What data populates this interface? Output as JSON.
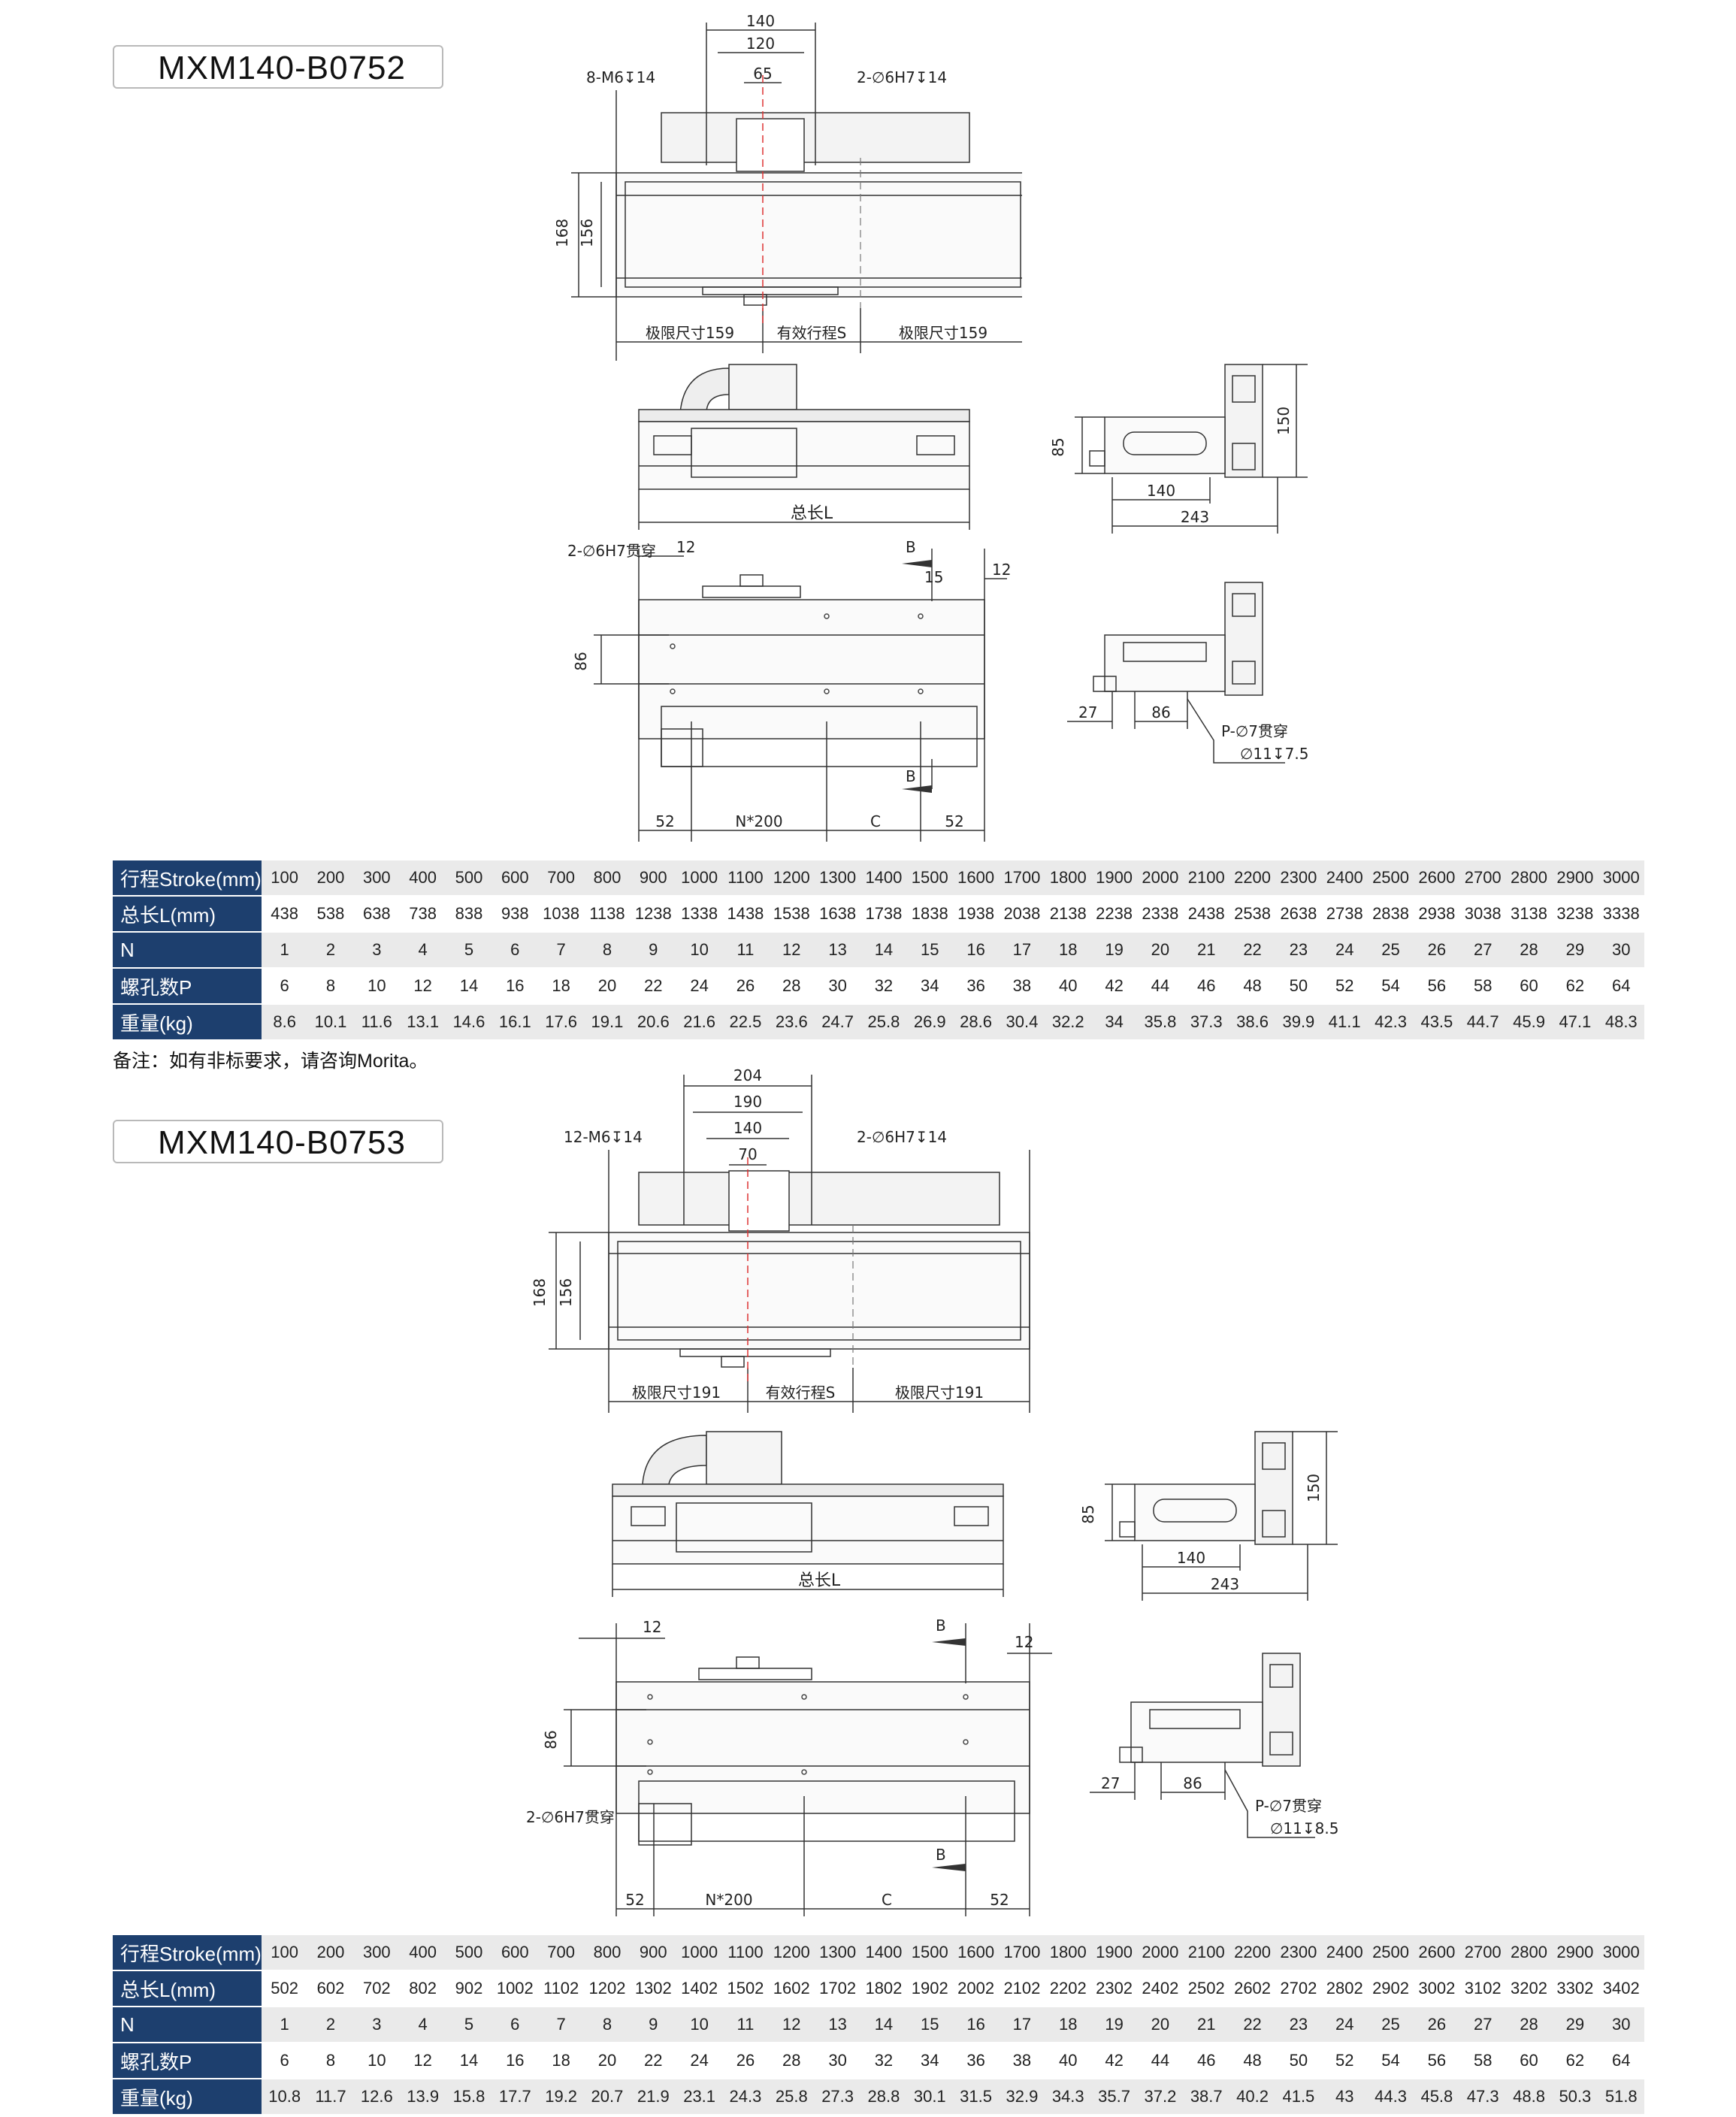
{
  "sections": [
    {
      "model": "MXM140-B0752",
      "top_view": {
        "dim_140": "140",
        "dim_120": "120",
        "dim_65": "65",
        "screw_note": "8-M6↧14",
        "pin_note": "2-∅6H7↧14",
        "dim_168": "168",
        "dim_156": "156",
        "limit_left": "极限尺寸159",
        "effective_stroke": "有效行程S",
        "limit_right": "极限尺寸159"
      },
      "side_view": {
        "total_length": "总长L"
      },
      "end_view": {
        "dim_85": "85",
        "dim_150": "150",
        "dim_140": "140",
        "dim_243": "243"
      },
      "bottom_view": {
        "pin_note": "2-∅6H7贯穿",
        "dim_12a": "12",
        "dim_12b": "12",
        "dim_86": "86",
        "dim_15": "15",
        "section_b1": "B",
        "section_b2": "B",
        "dim_52a": "52",
        "dim_n200": "N*200",
        "dim_c": "C",
        "dim_52b": "52"
      },
      "section_view": {
        "dim_27": "27",
        "dim_86": "86",
        "hole_note1": "P-∅7贯穿",
        "hole_note2": "∅11↧7.5"
      },
      "table": {
        "rows": [
          {
            "label": "行程Stroke(mm)",
            "values": [
              "100",
              "200",
              "300",
              "400",
              "500",
              "600",
              "700",
              "800",
              "900",
              "1000",
              "1100",
              "1200",
              "1300",
              "1400",
              "1500",
              "1600",
              "1700",
              "1800",
              "1900",
              "2000",
              "2100",
              "2200",
              "2300",
              "2400",
              "2500",
              "2600",
              "2700",
              "2800",
              "2900",
              "3000"
            ]
          },
          {
            "label": "总长L(mm)",
            "values": [
              "438",
              "538",
              "638",
              "738",
              "838",
              "938",
              "1038",
              "1138",
              "1238",
              "1338",
              "1438",
              "1538",
              "1638",
              "1738",
              "1838",
              "1938",
              "2038",
              "2138",
              "2238",
              "2338",
              "2438",
              "2538",
              "2638",
              "2738",
              "2838",
              "2938",
              "3038",
              "3138",
              "3238",
              "3338"
            ]
          },
          {
            "label": "N",
            "values": [
              "1",
              "2",
              "3",
              "4",
              "5",
              "6",
              "7",
              "8",
              "9",
              "10",
              "11",
              "12",
              "13",
              "14",
              "15",
              "16",
              "17",
              "18",
              "19",
              "20",
              "21",
              "22",
              "23",
              "24",
              "25",
              "26",
              "27",
              "28",
              "29",
              "30"
            ]
          },
          {
            "label": "螺孔数P",
            "values": [
              "6",
              "8",
              "10",
              "12",
              "14",
              "16",
              "18",
              "20",
              "22",
              "24",
              "26",
              "28",
              "30",
              "32",
              "34",
              "36",
              "38",
              "40",
              "42",
              "44",
              "46",
              "48",
              "50",
              "52",
              "54",
              "56",
              "58",
              "60",
              "62",
              "64"
            ]
          },
          {
            "label": "重量(kg)",
            "values": [
              "8.6",
              "10.1",
              "11.6",
              "13.1",
              "14.6",
              "16.1",
              "17.6",
              "19.1",
              "20.6",
              "21.6",
              "22.5",
              "23.6",
              "24.7",
              "25.8",
              "26.9",
              "28.6",
              "30.4",
              "32.2",
              "34",
              "35.8",
              "37.3",
              "38.6",
              "39.9",
              "41.1",
              "42.3",
              "43.5",
              "44.7",
              "45.9",
              "47.1",
              "48.3"
            ]
          }
        ]
      }
    },
    {
      "model": "MXM140-B0753",
      "top_view": {
        "dim_204": "204",
        "dim_190": "190",
        "dim_140": "140",
        "dim_70": "70",
        "screw_note": "12-M6↧14",
        "pin_note": "2-∅6H7↧14",
        "dim_168": "168",
        "dim_156": "156",
        "limit_left": "极限尺寸191",
        "effective_stroke": "有效行程S",
        "limit_right": "极限尺寸191"
      },
      "side_view": {
        "total_length": "总长L"
      },
      "end_view": {
        "dim_85": "85",
        "dim_150": "150",
        "dim_140": "140",
        "dim_243": "243"
      },
      "bottom_view": {
        "pin_note": "2-∅6H7贯穿",
        "dim_12a": "12",
        "dim_12b": "12",
        "dim_86": "86",
        "section_b1": "B",
        "section_b2": "B",
        "dim_52a": "52",
        "dim_n200": "N*200",
        "dim_c": "C",
        "dim_52b": "52"
      },
      "section_view": {
        "dim_27": "27",
        "dim_86": "86",
        "hole_note1": "P-∅7贯穿",
        "hole_note2": "∅11↧8.5"
      },
      "table": {
        "rows": [
          {
            "label": "行程Stroke(mm)",
            "values": [
              "100",
              "200",
              "300",
              "400",
              "500",
              "600",
              "700",
              "800",
              "900",
              "1000",
              "1100",
              "1200",
              "1300",
              "1400",
              "1500",
              "1600",
              "1700",
              "1800",
              "1900",
              "2000",
              "2100",
              "2200",
              "2300",
              "2400",
              "2500",
              "2600",
              "2700",
              "2800",
              "2900",
              "3000"
            ]
          },
          {
            "label": "总长L(mm)",
            "values": [
              "502",
              "602",
              "702",
              "802",
              "902",
              "1002",
              "1102",
              "1202",
              "1302",
              "1402",
              "1502",
              "1602",
              "1702",
              "1802",
              "1902",
              "2002",
              "2102",
              "2202",
              "2302",
              "2402",
              "2502",
              "2602",
              "2702",
              "2802",
              "2902",
              "3002",
              "3102",
              "3202",
              "3302",
              "3402"
            ]
          },
          {
            "label": "N",
            "values": [
              "1",
              "2",
              "3",
              "4",
              "5",
              "6",
              "7",
              "8",
              "9",
              "10",
              "11",
              "12",
              "13",
              "14",
              "15",
              "16",
              "17",
              "18",
              "19",
              "20",
              "21",
              "22",
              "23",
              "24",
              "25",
              "26",
              "27",
              "28",
              "29",
              "30"
            ]
          },
          {
            "label": "螺孔数P",
            "values": [
              "6",
              "8",
              "10",
              "12",
              "14",
              "16",
              "18",
              "20",
              "22",
              "24",
              "26",
              "28",
              "30",
              "32",
              "34",
              "36",
              "38",
              "40",
              "42",
              "44",
              "46",
              "48",
              "50",
              "52",
              "54",
              "56",
              "58",
              "60",
              "62",
              "64"
            ]
          },
          {
            "label": "重量(kg)",
            "values": [
              "10.8",
              "11.7",
              "12.6",
              "13.9",
              "15.8",
              "17.7",
              "19.2",
              "20.7",
              "21.9",
              "23.1",
              "24.3",
              "25.8",
              "27.3",
              "28.8",
              "30.1",
              "31.5",
              "32.9",
              "34.3",
              "35.7",
              "37.2",
              "38.7",
              "40.2",
              "41.5",
              "43",
              "44.3",
              "45.8",
              "47.3",
              "48.8",
              "50.3",
              "51.8"
            ]
          }
        ]
      }
    }
  ],
  "note": "备注：如有非标要求，请咨询Morita。"
}
